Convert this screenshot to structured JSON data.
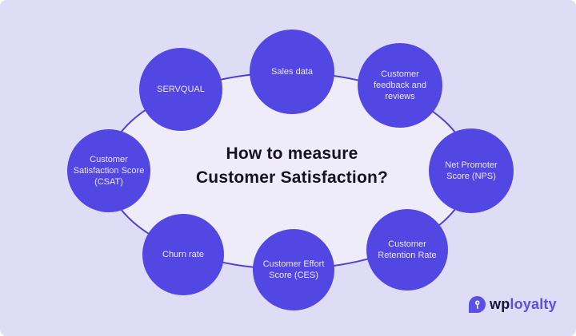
{
  "diagram": {
    "title_line1": "How to measure",
    "title_line2": "Customer Satisfaction?",
    "nodes": [
      {
        "label": "SERVQUAL"
      },
      {
        "label": "Sales data"
      },
      {
        "label": "Customer feedback and reviews"
      },
      {
        "label": "Net Promoter Score (NPS)"
      },
      {
        "label": "Customer Retention Rate"
      },
      {
        "label": "Customer Effort Score (CES)"
      },
      {
        "label": "Churn rate"
      },
      {
        "label": "Customer Satisfaction Score (CSAT)"
      }
    ],
    "colors": {
      "background": "#dfddf5",
      "ellipse_fill": "#edecf8",
      "connector_stroke": "#4b40d2",
      "node_fill": "#5347e3",
      "node_text": "#e9e7fb",
      "title_text": "#16131f"
    }
  },
  "brand": {
    "logo_prefix": "wp",
    "logo_suffix": "loyalty",
    "icon": "key-icon",
    "prefix_color": "#17143a",
    "suffix_color": "#5a4fe8"
  }
}
